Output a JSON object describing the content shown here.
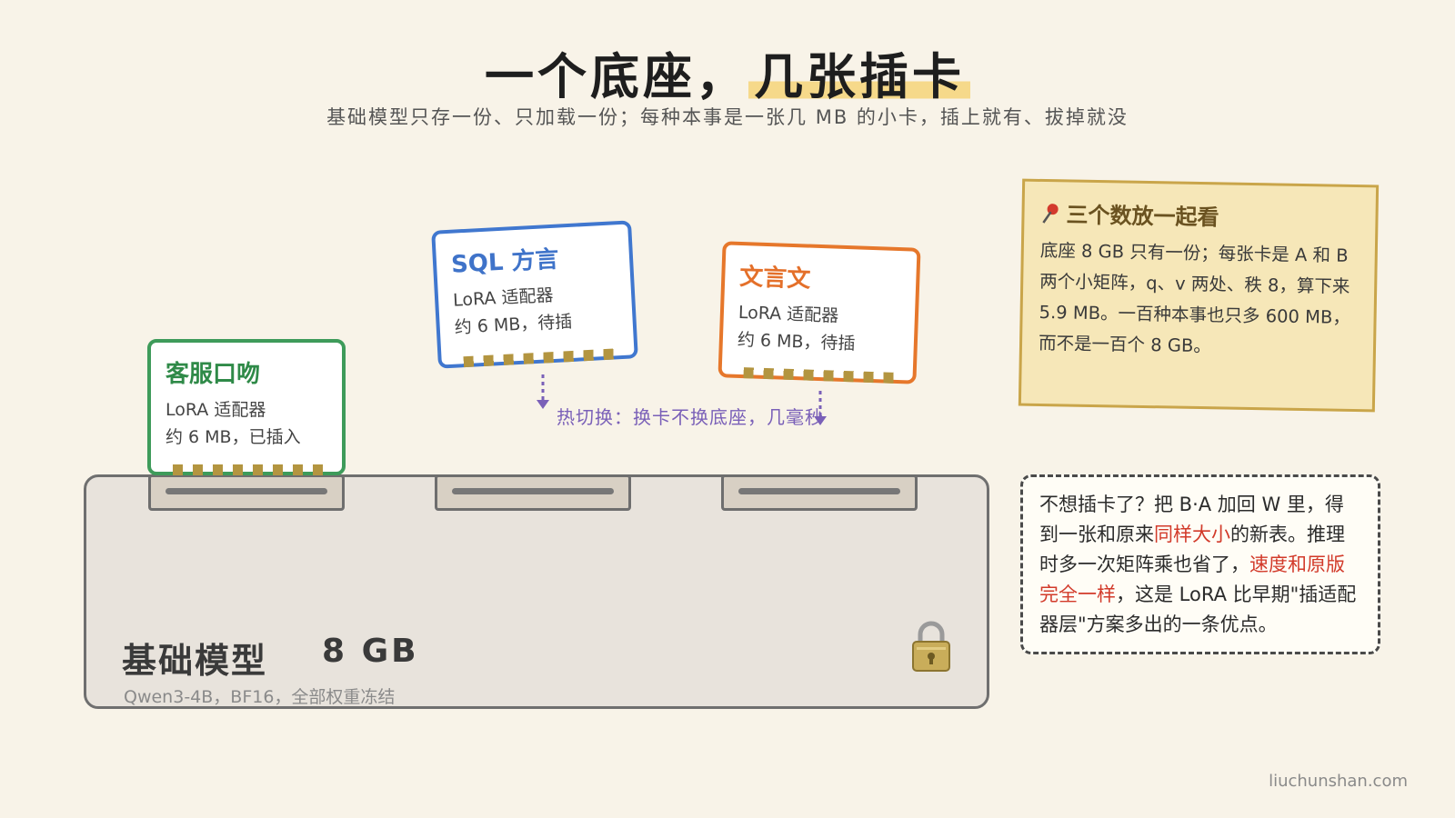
{
  "title": {
    "part1": "一个底座，",
    "part2": "几张插卡"
  },
  "subtitle": "基础模型只存一份、只加载一份；每种本事是一张几 MB 的小卡，插上就有、拔掉就没",
  "base": {
    "title": "基础模型",
    "size": "8 GB",
    "sub": "Qwen3-4B，BF16，全部权重冻结",
    "icon": "lock-icon"
  },
  "cards": [
    {
      "name": "客服口吻",
      "type": "LoRA 适配器",
      "status": "约 6 MB，已插入",
      "color": "#3e9b5a"
    },
    {
      "name": "SQL 方言",
      "type": "LoRA 适配器",
      "status": "约 6 MB，待插",
      "color": "#4077cf"
    },
    {
      "name": "文言文",
      "type": "LoRA 适配器",
      "status": "约 6 MB，待插",
      "color": "#e6772b"
    }
  ],
  "hot_swap": "热切换：换卡不换底座，几毫秒",
  "note_yellow": {
    "icon": "pushpin-icon",
    "heading": "三个数放一起看",
    "body": "底座 8 GB 只有一份；每张卡是 A 和 B 两个小矩阵，q、v 两处、秩 8，算下来 5.9 MB。一百种本事也只多 600 MB，而不是一百个 8 GB。"
  },
  "note_white": {
    "p1": "不想插卡了？把 B·A 加回 W 里，得到一张和原来",
    "r1": "同样大小",
    "p2": "的新表。推理时多一次矩阵乘也省了，",
    "r2": "速度和原版完全一样",
    "p3": "，这是 LoRA 比早期\"插适配器层\"方案多出的一条优点。"
  },
  "footer": "liuchunshan.com"
}
